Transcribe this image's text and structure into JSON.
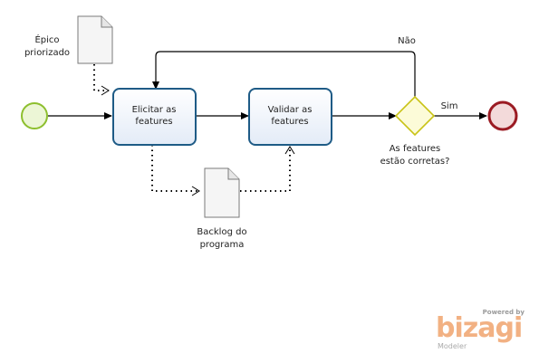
{
  "diagram": {
    "doc_epico_label": [
      "Épico",
      "priorizado"
    ],
    "task_elicitar_label": [
      "Elicitar as",
      "features"
    ],
    "task_validar_label": [
      "Validar as",
      "features"
    ],
    "doc_backlog_label": [
      "Backlog do",
      "programa"
    ],
    "gateway_label": [
      "As features",
      "estão corretas?"
    ],
    "flow_sim_label": "Sim",
    "flow_nao_label": "Não"
  },
  "watermark": {
    "powered_by": "Powered by",
    "brand": "bizagi",
    "product": "Modeler"
  },
  "colors": {
    "start_stroke": "#8dbf2e",
    "start_fill": "#ecf6d6",
    "end_stroke": "#9b1b23",
    "end_fill": "#f3dada",
    "task_stroke": "#1e5b86",
    "task_fill": "#eef3fb",
    "gateway_stroke": "#c9c316",
    "gateway_fill": "#fcfbd8"
  }
}
